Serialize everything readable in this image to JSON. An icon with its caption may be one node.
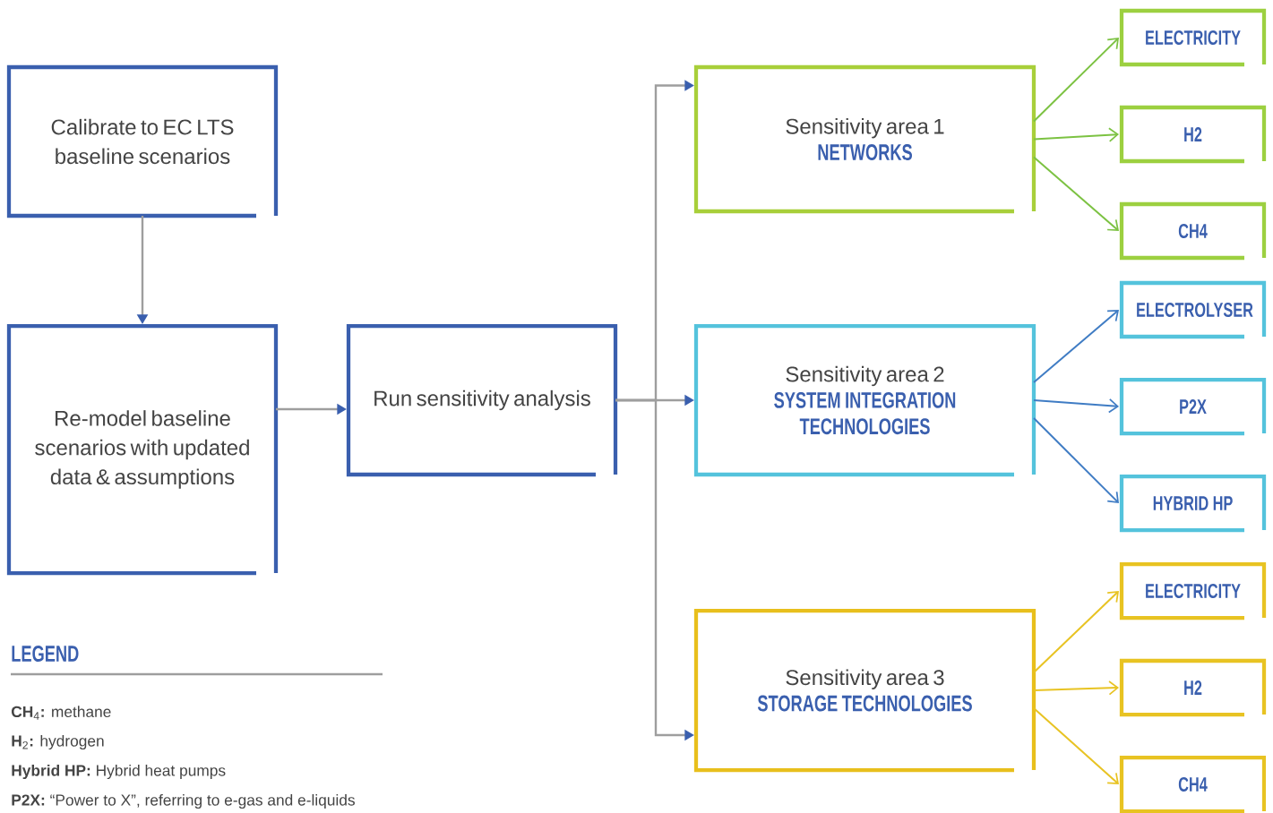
{
  "diagram": {
    "nodes": [
      {
        "text": [
          "Calibrate to EC LTS baseline scenarios"
        ]
      },
      {
        "text": [
          "Re-model baseline scenarios with updated data & assumptions"
        ]
      },
      {
        "text": [
          "Run sensitivity analysis"
        ]
      },
      {
        "text": [
          "Sensitivity area 1",
          "NETWORKS"
        ]
      },
      {
        "text": [
          "Sensitivity area 2",
          "SYSTEM INTEGRATION TECHNOLOGIES"
        ]
      },
      {
        "text": [
          "Sensitivity area 3",
          "STORAGE TECHNOLOGIES"
        ]
      },
      {
        "text": [
          "ELECTRICITY"
        ]
      },
      {
        "text": [
          "H2"
        ]
      },
      {
        "text": [
          "CH4"
        ]
      },
      {
        "text": [
          "ELECTROLYSER"
        ]
      },
      {
        "text": [
          "P2X"
        ]
      },
      {
        "text": [
          "HYBRID HP"
        ]
      },
      {
        "text": [
          "ELECTRICITY"
        ]
      },
      {
        "text": [
          "H2"
        ]
      },
      {
        "text": [
          "CH4"
        ]
      }
    ],
    "edges": [
      {
        "from": 0,
        "to": 1,
        "arrow": "to",
        "color": "#9e9e9e"
      },
      {
        "from": 1,
        "to": 2,
        "arrow": "to",
        "color": "#9e9e9e"
      },
      {
        "from": 2,
        "to": 3,
        "arrow": "to",
        "color": "#9e9e9e"
      },
      {
        "from": 2,
        "to": 4,
        "arrow": "to",
        "color": "#9e9e9e"
      },
      {
        "from": 2,
        "to": 5,
        "arrow": "to",
        "color": "#9e9e9e"
      },
      {
        "from": 3,
        "to": 6,
        "arrow": "to",
        "color": "#7cc242"
      },
      {
        "from": 3,
        "to": 7,
        "arrow": "to",
        "color": "#7cc242"
      },
      {
        "from": 3,
        "to": 8,
        "arrow": "to",
        "color": "#7cc242"
      },
      {
        "from": 4,
        "to": 9,
        "arrow": "to",
        "color": "#3f7cc4"
      },
      {
        "from": 4,
        "to": 10,
        "arrow": "to",
        "color": "#3f7cc4"
      },
      {
        "from": 4,
        "to": 11,
        "arrow": "to",
        "color": "#3f7cc4"
      },
      {
        "from": 5,
        "to": 12,
        "arrow": "to",
        "color": "#e8c322"
      },
      {
        "from": 5,
        "to": 13,
        "arrow": "to",
        "color": "#e8c322"
      },
      {
        "from": 5,
        "to": 14,
        "arrow": "to",
        "color": "#e8c322"
      }
    ],
    "labels": [
      "LEGEND",
      "**CH**$_{4}$**:** methane",
      "**H**$_{2}$**:** hydrogen",
      "**Hybrid HP:** Hybrid heat pumps",
      "**P2X:** “Power to X”, referring to e-gas and e-liquids"
    ]
  }
}
